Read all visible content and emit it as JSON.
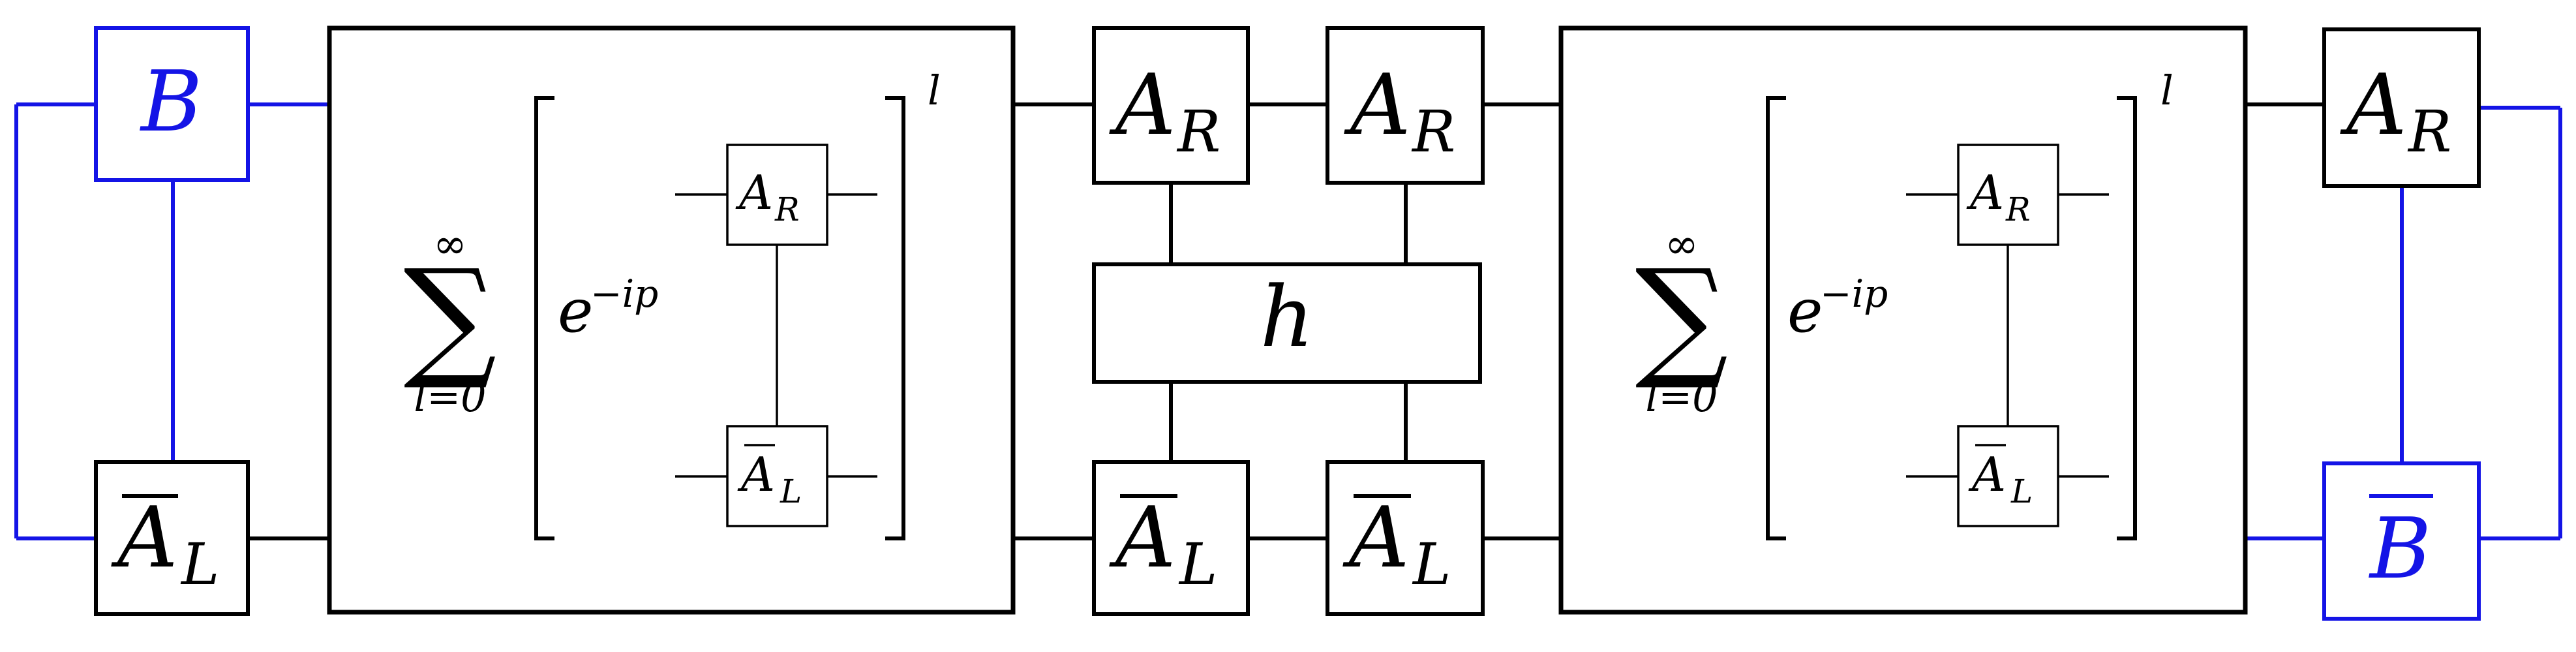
{
  "colors": {
    "ink": "#000000",
    "accent": "#1414e6"
  },
  "labels": {
    "B": "B",
    "B_bar": "B",
    "A": "A",
    "R": "R",
    "L": "L",
    "h": "h",
    "sum": "∑",
    "infinity": "∞",
    "sum_lower": "l=0",
    "e": "e",
    "exponent": "−ip",
    "power": "l"
  }
}
